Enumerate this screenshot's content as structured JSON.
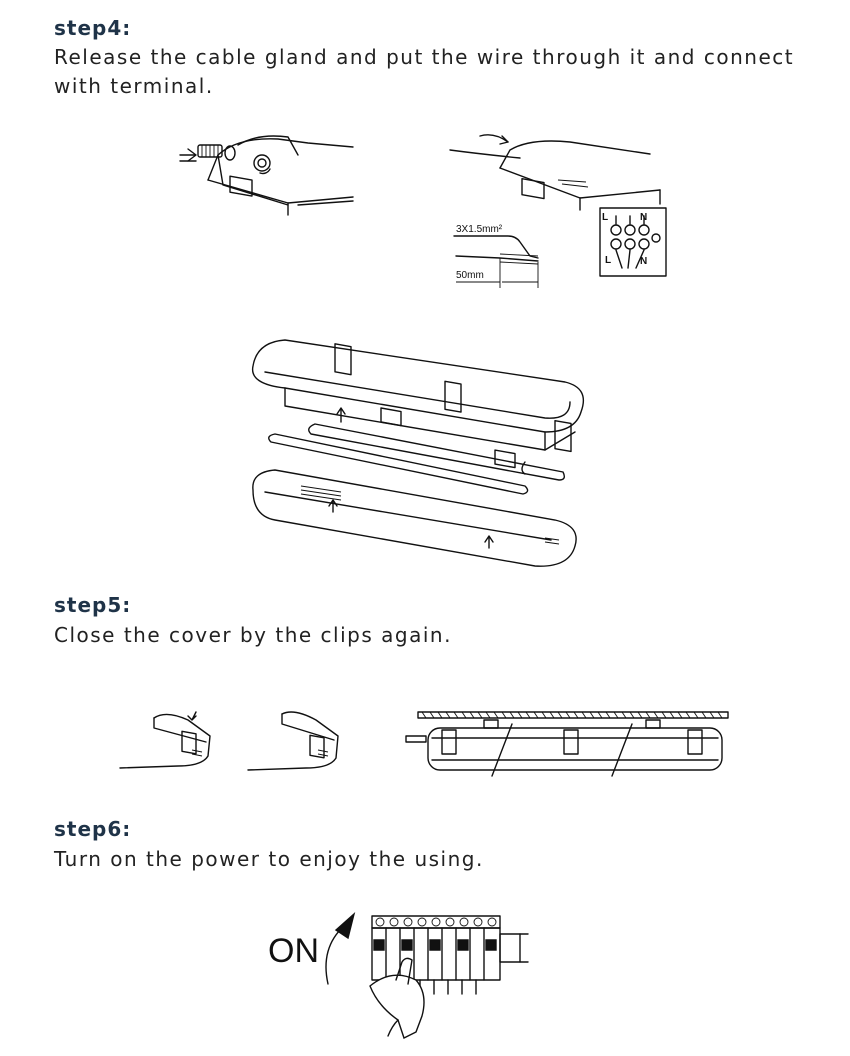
{
  "steps": [
    {
      "title": "step4:",
      "text": "Release the cable gland and put the wire through it and connect with terminal."
    },
    {
      "title": "step5:",
      "text": "Close the cover by the clips again."
    },
    {
      "title": "step6:",
      "text": "Turn on the power to enjoy the using."
    }
  ],
  "wiring": {
    "cable_spec": "3X1.5mm²",
    "strip_length": "50mm",
    "terminal_left_top": "L",
    "terminal_right_top": "N",
    "terminal_left_bottom": "L",
    "terminal_right_bottom": "N"
  },
  "switch": {
    "label": "ON"
  }
}
